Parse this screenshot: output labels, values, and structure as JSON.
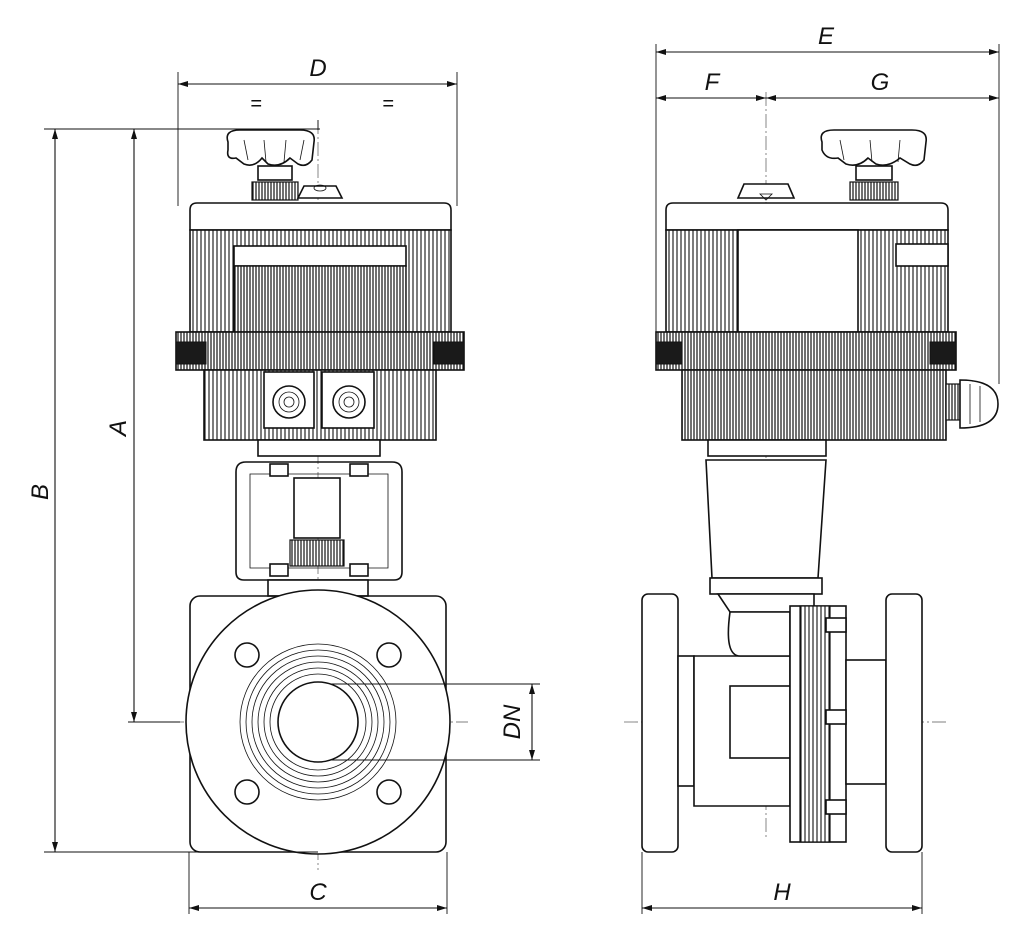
{
  "colors": {
    "line": "#111111",
    "background": "#ffffff",
    "centerline": "#555555"
  },
  "dimensions": {
    "A": "A",
    "B": "B",
    "C": "C",
    "D": "D",
    "E": "E",
    "F": "F",
    "G": "G",
    "H": "H",
    "DN": "DN",
    "eq_left": "=",
    "eq_right": "="
  },
  "views": [
    "front-view",
    "side-view"
  ]
}
